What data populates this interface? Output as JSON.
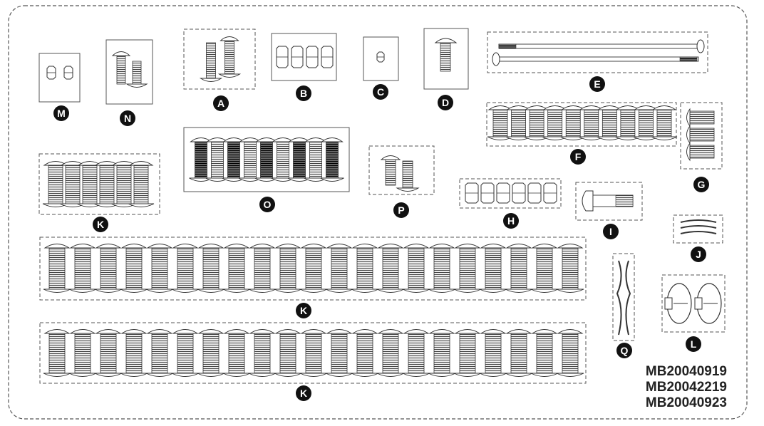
{
  "colors": {
    "ink": "#333333",
    "fill": "#ffffff",
    "badge": "#111111"
  },
  "hardware": {
    "M": {
      "label": "M"
    },
    "N": {
      "label": "N"
    },
    "A": {
      "label": "A"
    },
    "B": {
      "label": "B"
    },
    "C": {
      "label": "C"
    },
    "D": {
      "label": "D"
    },
    "E": {
      "label": "E"
    },
    "F": {
      "label": "F"
    },
    "G": {
      "label": "G"
    },
    "K1": {
      "label": "K"
    },
    "O": {
      "label": "O"
    },
    "P": {
      "label": "P"
    },
    "H": {
      "label": "H"
    },
    "I": {
      "label": "I"
    },
    "J": {
      "label": "J"
    },
    "K2": {
      "label": "K"
    },
    "Q": {
      "label": "Q"
    },
    "L": {
      "label": "L"
    },
    "K3": {
      "label": "K"
    }
  },
  "part_codes": [
    "MB20040919",
    "MB20042219",
    "MB20040923"
  ]
}
